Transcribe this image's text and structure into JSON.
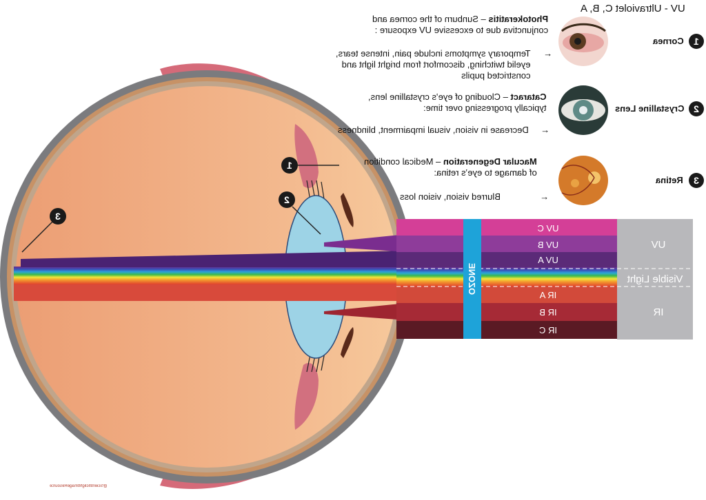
{
  "header": "UV - Ultraviolet C, B, A",
  "items": [
    {
      "number": "1",
      "tag": "Cornea",
      "title": "Photokeratitis",
      "desc_line1": " – Sunburn of the cornea and",
      "desc_line2": "conjunctiva due to excessive UV exposure :",
      "symptom_line1": "Temporary symptoms include pain, intense tears,",
      "symptom_line2": "eyelid twitching, discomfort from bright light and",
      "symptom_line3": "constricted pupils"
    },
    {
      "number": "2",
      "tag": "Crystalline Lens",
      "title": "Cataract",
      "desc_line1": " – Clouding of eye’s crystalline lens,",
      "desc_line2": "typically progressing over time:",
      "symptom_line1": "Decrease in vision, visual impairment, blindness"
    },
    {
      "number": "3",
      "tag": "Retina",
      "title": "Macular Degeneration",
      "desc_line1": " – Medical condition",
      "desc_line2": "of damage to eye’s retina:",
      "symptom_line1": "Blurred vision, vision loss"
    }
  ],
  "bands": [
    "UV C",
    "UV B",
    "UV A",
    "IR A",
    "IR B",
    "IR C"
  ],
  "ozone": "OZONE",
  "groups": [
    "UV",
    "Visible Light",
    "IR"
  ],
  "eye_markers": [
    "1",
    "2",
    "3"
  ],
  "watermark": "@ScientificlightImageResource",
  "colors": {
    "uvc": "#d43f97",
    "uvb": "#8e3c9a",
    "uva": "#5b2a78",
    "ira": "#d24a3a",
    "irb": "#a62a36",
    "irc": "#5a1a24",
    "ozone": "#1ea3d9",
    "group_bg": "#b8b8bb",
    "eye_fill": "#f3b98e",
    "lens": "#9dd3e6"
  }
}
